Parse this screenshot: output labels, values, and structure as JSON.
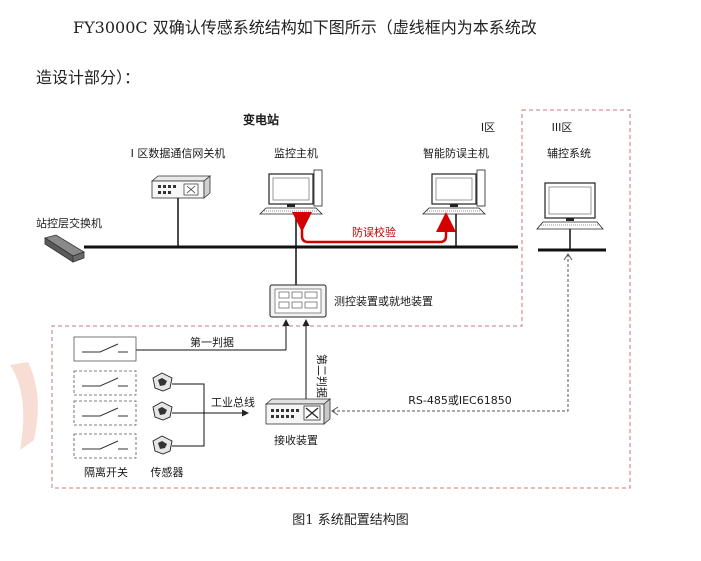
{
  "intro": {
    "line1": "FY3000C 双确认传感系统结构如下图所示（虚线框内为本系统改",
    "line2": "造设计部分）："
  },
  "diagram": {
    "substation_title": "变电站",
    "zone1_label": "I区",
    "zone3_label": "III区",
    "gateway_label": "I 区数据通信网关机",
    "monitor_host_label": "监控主机",
    "antimis_host_label": "智能防误主机",
    "aux_control_label": "辅控系统",
    "switch_label": "站控层交换机",
    "antimis_check_label": "防误校验",
    "measure_device_label": "测控装置或就地装置",
    "first_judgment_label": "第一判据",
    "second_judgment_label": "第二判据",
    "industrial_bus_label": "工业总线",
    "protocol_label": "RS-485或IEC61850",
    "receiver_label": "接收装置",
    "isolator_label": "隔离开关",
    "sensor_label": "传感器"
  },
  "caption": "图1  系统配置结构图",
  "colors": {
    "accent_red": "#d40000",
    "dashed_box": "#c87878"
  }
}
